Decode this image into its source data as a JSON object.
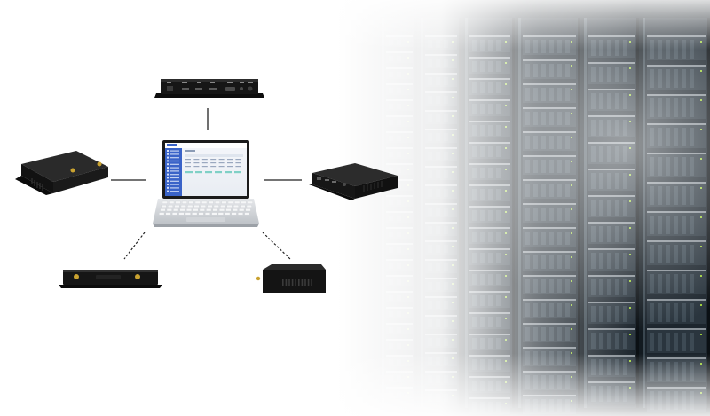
{
  "scene": {
    "type": "network-device-management-illustration",
    "hub": {
      "device": "laptop",
      "screen": "device-management-web-ui",
      "accent": "#3a63c8"
    },
    "devices": [
      {
        "id": "top",
        "kind": "set-top-box-rear-ports",
        "link": "solid"
      },
      {
        "id": "left",
        "kind": "router-with-antennas",
        "link": "solid"
      },
      {
        "id": "right",
        "kind": "box-with-front-ports",
        "link": "solid"
      },
      {
        "id": "bottom-left",
        "kind": "flat-box-with-antennas",
        "link": "dashed"
      },
      {
        "id": "bottom-right",
        "kind": "vented-box-with-antenna",
        "link": "dashed"
      }
    ],
    "background": {
      "subject": "server-racks",
      "tone": "#1f2a33",
      "fade": "left-to-right"
    }
  },
  "colors": {
    "device_body": "#151515",
    "device_top": "#2b2b2b",
    "antenna_gold": "#c9a230",
    "link_line": "#222222",
    "rack_dark": "#121a20",
    "rack_light": "#d7dde2",
    "led_green": "#9ccf3a"
  }
}
